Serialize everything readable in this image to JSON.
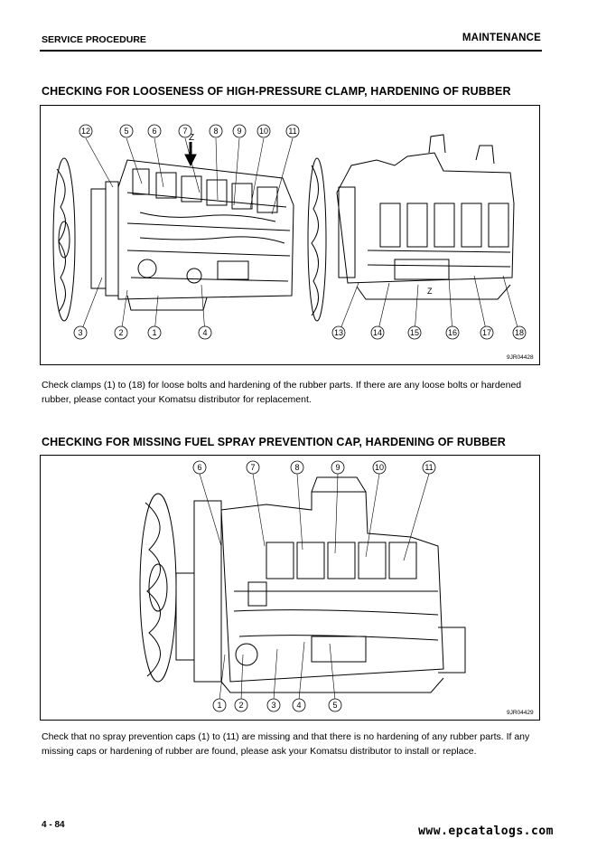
{
  "header": {
    "left": "SERVICE PROCEDURE",
    "right": "MAINTENANCE"
  },
  "section1": {
    "title": "CHECKING FOR LOOSENESS OF HIGH-PRESSURE CLAMP, HARDENING OF RUBBER",
    "figure": {
      "code": "9JR04428",
      "view_label": "Z",
      "view_label_lower": "Z",
      "callouts_top": [
        "12",
        "5",
        "6",
        "7",
        "8",
        "9",
        "10",
        "11"
      ],
      "callouts_bottom_left": [
        "3",
        "2",
        "1",
        "4"
      ],
      "callouts_bottom_right": [
        "13",
        "14",
        "15",
        "16",
        "17",
        "18"
      ]
    },
    "text": "Check clamps (1) to (18) for loose bolts and hardening of the rubber parts.  If there are any loose bolts or hardened rubber, please contact your Komatsu distributor for replacement."
  },
  "section2": {
    "title": "CHECKING FOR MISSING FUEL SPRAY PREVENTION CAP, HARDENING OF RUBBER",
    "figure": {
      "code": "9JR04429",
      "callouts_top": [
        "6",
        "7",
        "8",
        "9",
        "10",
        "11"
      ],
      "callouts_bottom": [
        "1",
        "2",
        "3",
        "4",
        "5"
      ]
    },
    "text": "Check that no spray prevention caps (1) to (11) are missing and that there is no hardening of any rubber parts. If any missing caps or hardening of rubber are found, please ask your Komatsu distributor to install or replace."
  },
  "footer": {
    "page_number": "4 - 84",
    "watermark": "www.epcatalogs.com"
  }
}
